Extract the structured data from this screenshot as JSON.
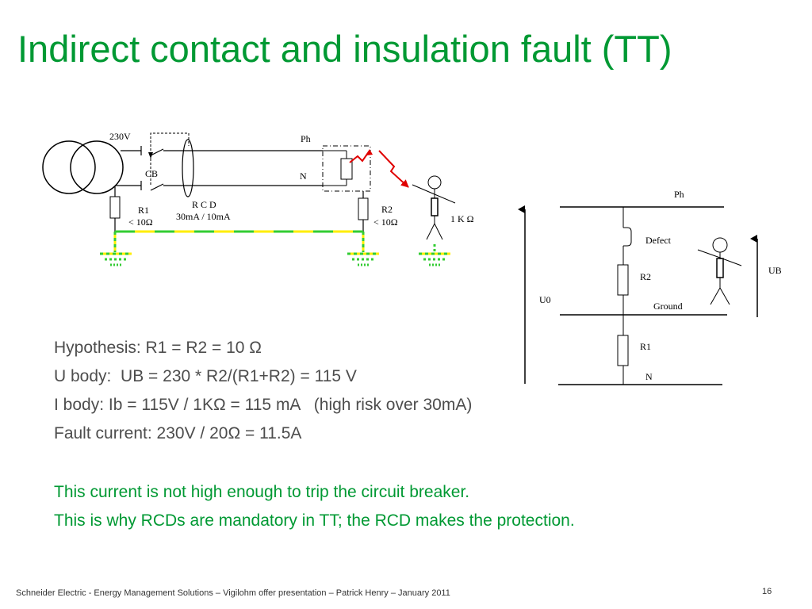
{
  "slide": {
    "title": "Indirect contact and insulation fault (TT)",
    "page_number": "16",
    "footer": "Schneider Electric - Energy Management Solutions – Vigilohm offer presentation – Patrick Henry – January 2011"
  },
  "body": {
    "hypothesis": "Hypothesis: R1 = R2 = 10 Ω",
    "u_body": "U body:  UB = 230 * R2/(R1+R2) = 115 V",
    "i_body": "I body: Ib = 115V / 1KΩ = 115 mA   (high risk over 30mA)",
    "fault_current": "Fault current: 230V / 20Ω = 11.5A",
    "conclusion_1": "This current is not high enough to trip the circuit breaker.",
    "conclusion_2": "This is why RCDs are mandatory in TT; the RCD makes the protection."
  },
  "circuit_diagram": {
    "voltage": "230V",
    "phase": "Ph",
    "neutral": "N",
    "breaker": "CB",
    "rcd_name": "R C D",
    "rcd_rating": "30mA / 10mA",
    "r1": "R1",
    "r1_value": "< 10Ω",
    "r2": "R2",
    "r2_value": "< 10Ω",
    "body_resistance": "1 K Ω"
  },
  "equivalent_diagram": {
    "phase": "Ph",
    "defect": "Defect",
    "r2": "R2",
    "ground": "Ground",
    "r1": "R1",
    "neutral": "N",
    "u0": "U0",
    "ub": "UB"
  },
  "colors": {
    "title": "#009933",
    "body_text": "#4d4d4d",
    "fault_arrow": "#e00000",
    "earth_green": "#33cc33",
    "earth_yellow": "#ffee00"
  }
}
